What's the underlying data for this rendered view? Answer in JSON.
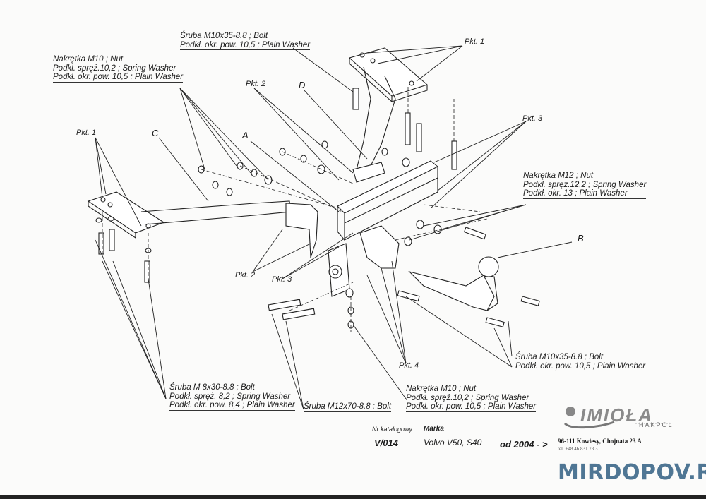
{
  "labels": {
    "top_bolt": [
      "Śruba M10x35-8.8 ;  Bolt",
      "Podkł. okr. pow. 10,5 ; Plain Washer"
    ],
    "left_nut": [
      "Nakrętka  M10 ; Nut",
      "Podkł. spręż.10,2 ; Spring Washer",
      "Podkł. okr. pow. 10,5 ; Plain Washer"
    ],
    "right_nut": [
      "Nakrętka  M12 ; Nut",
      "Podkł. spręż.12,2 ; Spring Washer",
      "Podkł. okr. 13 ; Plain Washer"
    ],
    "right_bolt": [
      "Śruba M10x35-8.8 ;  Bolt",
      "Podkł. okr. pow. 10,5 ; Plain Washer"
    ],
    "bottom_left_bolt": [
      "Śruba M 8x30-8.8 ;  Bolt",
      "Podkł. spręż. 8,2 ; Spring Washer",
      "Podkł. okr. pow. 8,4 ; Plain Washer"
    ],
    "bottom_mid_bolt": "Śruba M12x70-8.8 ;  Bolt",
    "bottom_nut": [
      "Nakrętka  M10 ; Nut",
      "Podkł. spręż.10,2 ; Spring Washer",
      "Podkł. okr. pow. 10,5 ; Plain Washer"
    ]
  },
  "points": {
    "pkt1_top": "Pkt. 1",
    "pkt1_left": "Pkt. 1",
    "pkt2_top": "Pkt. 2",
    "pkt2_bottom": "Pkt. 2",
    "pkt3_right": "Pkt. 3",
    "pkt3_bottom": "Pkt. 3",
    "pkt4": "Pkt. 4"
  },
  "parts": {
    "A": "A",
    "B": "B",
    "C": "C",
    "D": "D"
  },
  "catalog": {
    "catalog_label": "Nr katalogowy",
    "catalog_no": "V/014",
    "make_label": "Marka",
    "make": "Volvo V50, S40",
    "year": "od  2004 - >"
  },
  "company": {
    "logo": "IMIOŁA",
    "sub": "HAKPOL",
    "address": "96-111 Kowiesy, Chojnata 23 A",
    "phone": "tel. +48 46 831 73 31"
  },
  "watermark": "MIRDOPOV.RU"
}
